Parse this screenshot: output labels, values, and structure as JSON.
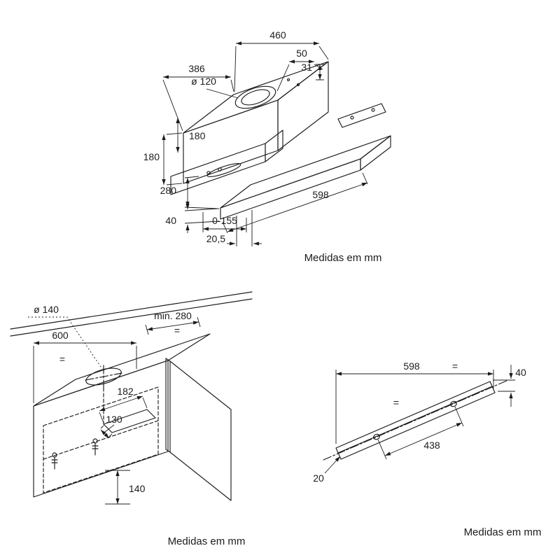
{
  "colors": {
    "line": "#1c1c1c",
    "background": "#ffffff"
  },
  "hood_view": {
    "caption": "Medidas em mm",
    "dims": {
      "total_depth": "460",
      "duct_offset": "50",
      "body_width": "386",
      "top_step": "31",
      "duct_diameter": "ø 120",
      "chimney_height": "180",
      "body_height": "180",
      "body_depth": "280",
      "visor_width": "598",
      "visor_height": "40",
      "pullout_travel": "0-155",
      "front_edge": "20,5"
    }
  },
  "cabinet_view": {
    "caption": "Medidas em mm",
    "dims": {
      "duct_hole_diameter": "ø 140",
      "min_cabinet_depth": "min. 280",
      "cabinet_width": "600",
      "center_equal_left": "=",
      "center_equal_right": "=",
      "cutout_length": "182",
      "cutout_width": "130",
      "bottom_distance": "140"
    }
  },
  "rail_view": {
    "caption": "Medidas em mm",
    "dims": {
      "rail_length": "598",
      "equal_top": "=",
      "rail_width": "40",
      "equal_mid": "=",
      "hole_spacing": "438",
      "edge_offset": "20"
    }
  }
}
